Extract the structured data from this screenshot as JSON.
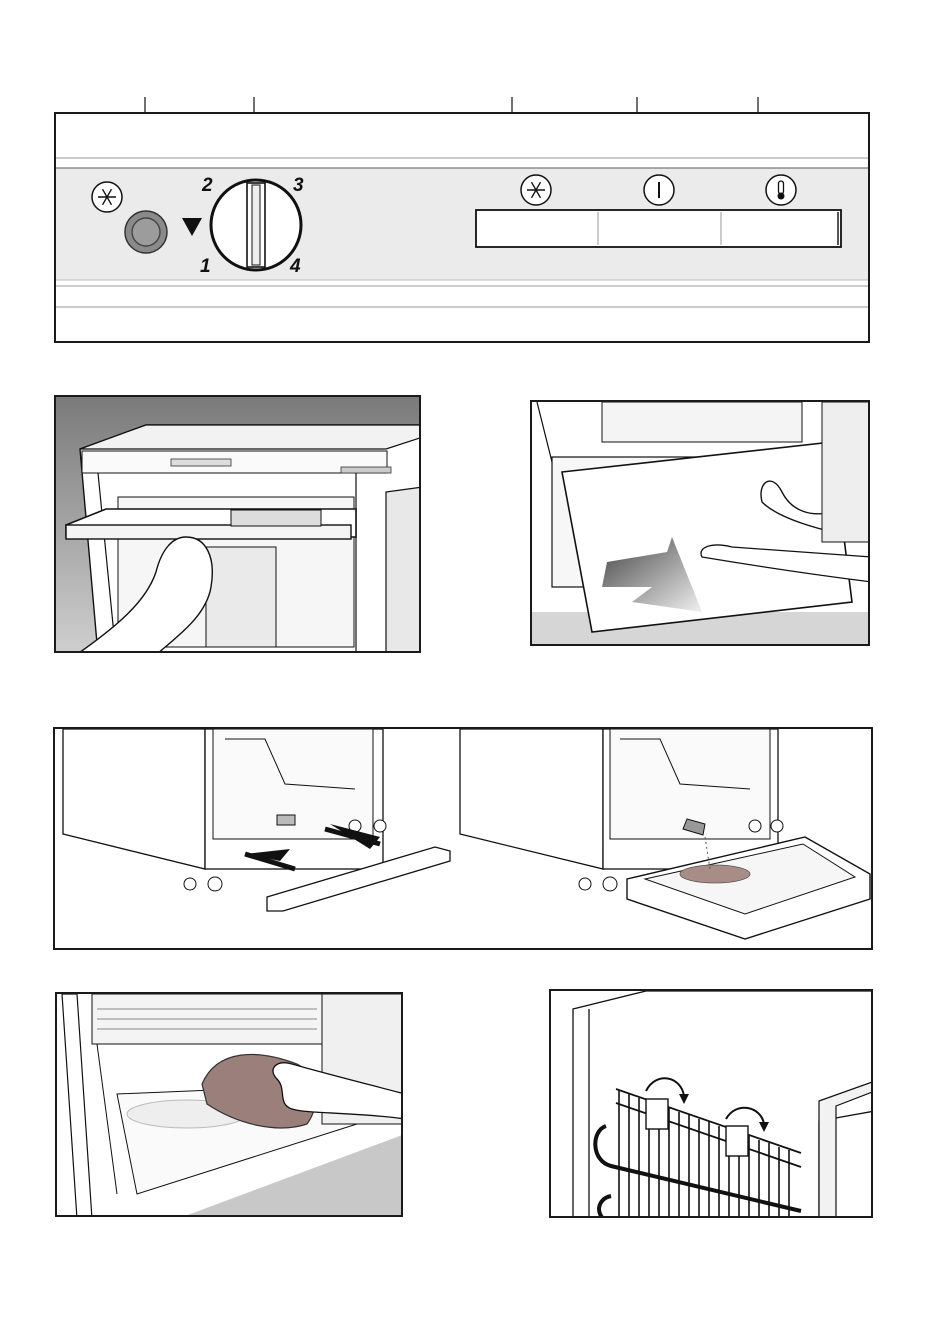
{
  "control_panel": {
    "dial": {
      "numbers": [
        "1",
        "2",
        "3",
        "4"
      ]
    },
    "icons": {
      "fast_freeze": "snowflake-icon",
      "power": "power-icon",
      "temperature": "thermometer-icon",
      "indicator": "triangle-down-icon"
    }
  },
  "figures": [
    {
      "name": "drawer-removal",
      "icon": "hand-pulling-drawer"
    },
    {
      "name": "flap-removal",
      "icon": "hand-lifting-flap"
    },
    {
      "name": "drip-tray",
      "icon": "drain-tray-arrows"
    },
    {
      "name": "wipe-interior",
      "icon": "cloth-wiping"
    },
    {
      "name": "condenser-spacers",
      "icon": "rotate-arrows"
    }
  ],
  "colors": {
    "outline": "#1a1a1a",
    "panel_band": "#e8e8e8",
    "knob": "#8a8a8a",
    "cloth": "#9a7f7a",
    "floor": "#c8c8c8"
  }
}
